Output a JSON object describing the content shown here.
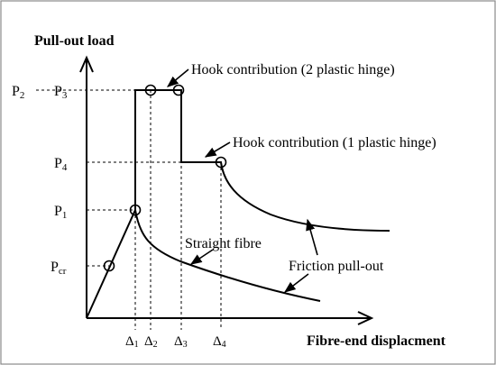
{
  "axes": {
    "y_label": "Pull-out load",
    "x_label": "Fibre-end displacment"
  },
  "y_ticks": {
    "p2": "P",
    "p2_sub": "2",
    "p3": "P",
    "p3_sub": "3",
    "p4": "P",
    "p4_sub": "4",
    "p1": "P",
    "p1_sub": "1",
    "pcr": "P",
    "pcr_sub": "cr"
  },
  "x_ticks": {
    "d1": "Δ",
    "d1_sub": "1",
    "d2": "Δ",
    "d2_sub": "2",
    "d3": "Δ",
    "d3_sub": "3",
    "d4": "Δ",
    "d4_sub": "4"
  },
  "annotations": {
    "hook2": "Hook contribution (2 plastic hinge)",
    "hook1": "Hook contribution (1 plastic hinge)",
    "straight": "Straight fibre",
    "friction": "Friction pull-out"
  },
  "colors": {
    "ink": "#000000",
    "frame": "#8a8a8a"
  }
}
